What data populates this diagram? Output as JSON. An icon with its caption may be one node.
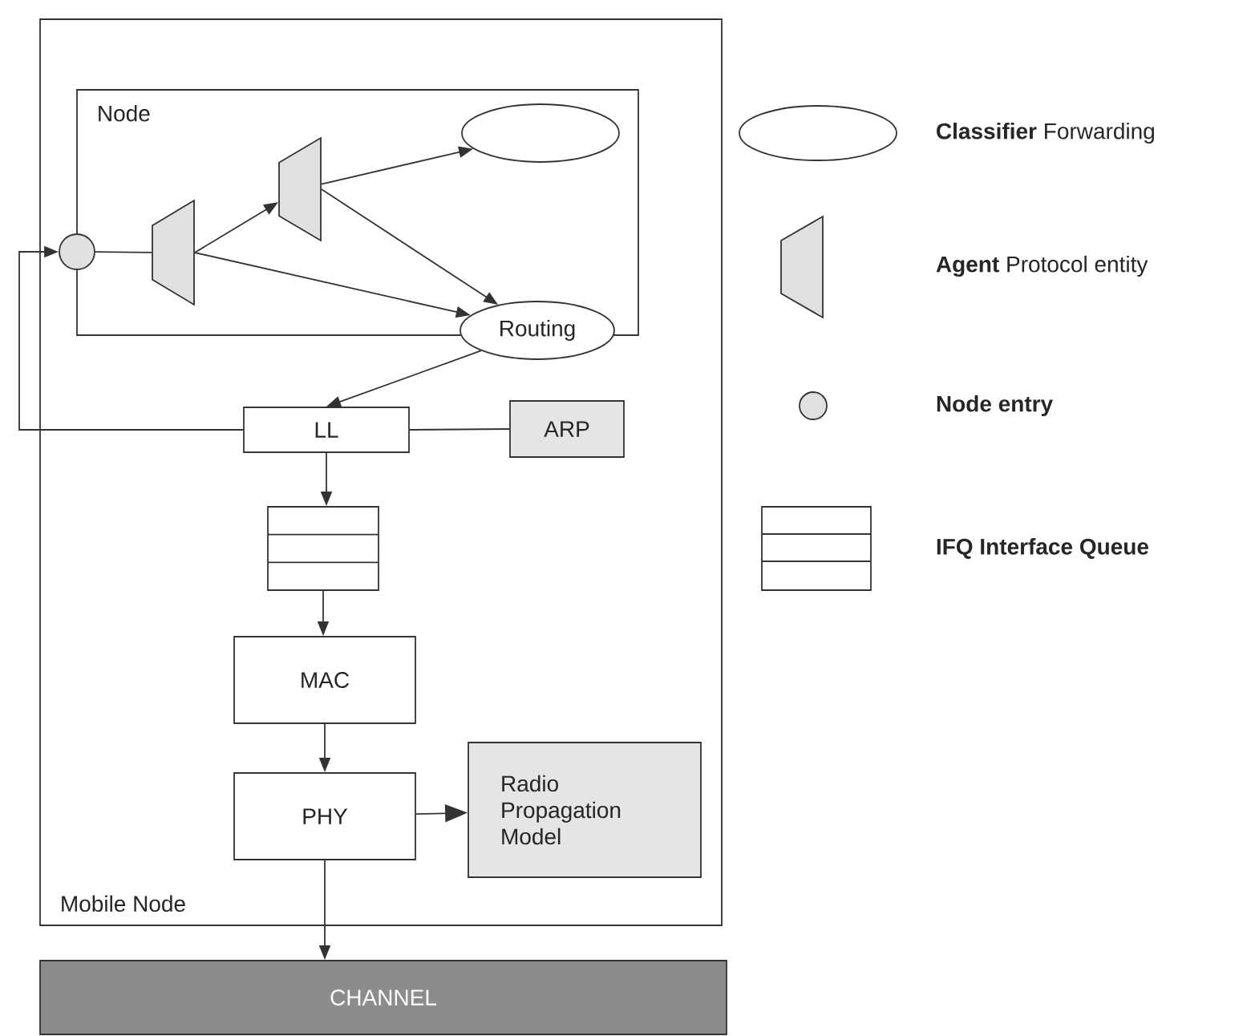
{
  "diagram": {
    "nodes": [
      {
        "text": [
          "Mobile Node"
        ]
      },
      {
        "text": [
          "Node"
        ],
        "in": 0
      },
      {
        "text": [],
        "shape": "circle",
        "in": 0
      },
      {
        "text": [],
        "shape": "trapezoid",
        "in": 1
      },
      {
        "text": [],
        "shape": "trapezoid",
        "in": 1
      },
      {
        "text": [],
        "shape": "ellipse",
        "in": 1
      },
      {
        "text": [
          "Routing"
        ],
        "in": 0
      },
      {
        "text": [
          "LL"
        ],
        "in": 0
      },
      {
        "text": [
          "ARP"
        ],
        "in": 0
      },
      {
        "text": [],
        "shape": "queue",
        "in": 0
      },
      {
        "text": [
          "MAC"
        ],
        "in": 0
      },
      {
        "text": [
          "PHY"
        ],
        "in": 0
      },
      {
        "text": [
          "Radio Propagation Model"
        ],
        "in": 0
      },
      {
        "text": [
          "CHANNEL"
        ]
      }
    ],
    "edges": [
      {
        "from": 7,
        "to": 2,
        "arrow": "to"
      },
      {
        "from": 2,
        "to": 3,
        "arrow": "none"
      },
      {
        "from": 3,
        "to": 4,
        "arrow": "to"
      },
      {
        "from": 3,
        "to": 6,
        "arrow": "to"
      },
      {
        "from": 4,
        "to": 5,
        "arrow": "to"
      },
      {
        "from": 4,
        "to": 6,
        "arrow": "to"
      },
      {
        "from": 6,
        "to": 7,
        "arrow": "to"
      },
      {
        "from": 7,
        "to": 8,
        "arrow": "none"
      },
      {
        "from": 7,
        "to": 9,
        "arrow": "to"
      },
      {
        "from": 9,
        "to": 10,
        "arrow": "to"
      },
      {
        "from": 10,
        "to": 11,
        "arrow": "to"
      },
      {
        "from": 11,
        "to": 12,
        "arrow": "to"
      },
      {
        "from": 11,
        "to": 13,
        "arrow": "to"
      }
    ],
    "legend": [
      {
        "text": "**Classifier** Forwarding"
      },
      {
        "text": "**Agent** Protocol entity"
      },
      {
        "text": "Node entry"
      },
      {
        "text": "IFQ Interface Queue"
      }
    ]
  }
}
